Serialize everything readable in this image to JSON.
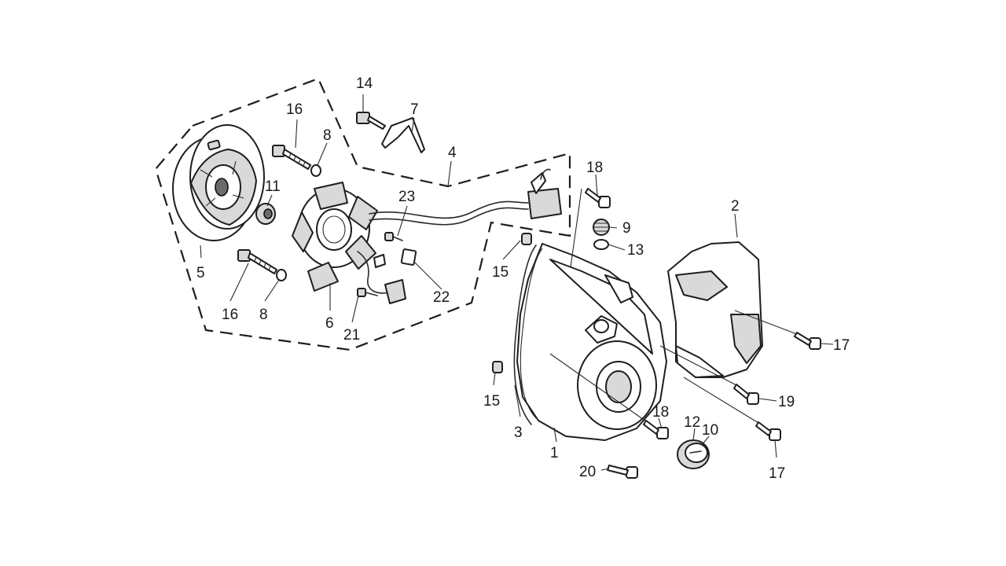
{
  "diagram": {
    "callouts": {
      "c1": "1",
      "c2": "2",
      "c3": "3",
      "c4": "4",
      "c5": "5",
      "c6": "6",
      "c7": "7",
      "c8a": "8",
      "c8b": "8",
      "c9": "9",
      "c10": "10",
      "c11": "11",
      "c12": "12",
      "c13": "13",
      "c14": "14",
      "c15a": "15",
      "c15b": "15",
      "c16a": "16",
      "c16b": "16",
      "c17a": "17",
      "c17b": "17",
      "c18a": "18",
      "c18b": "18",
      "c19": "19",
      "c20": "20",
      "c21": "21",
      "c22": "22",
      "c23": "23"
    }
  }
}
